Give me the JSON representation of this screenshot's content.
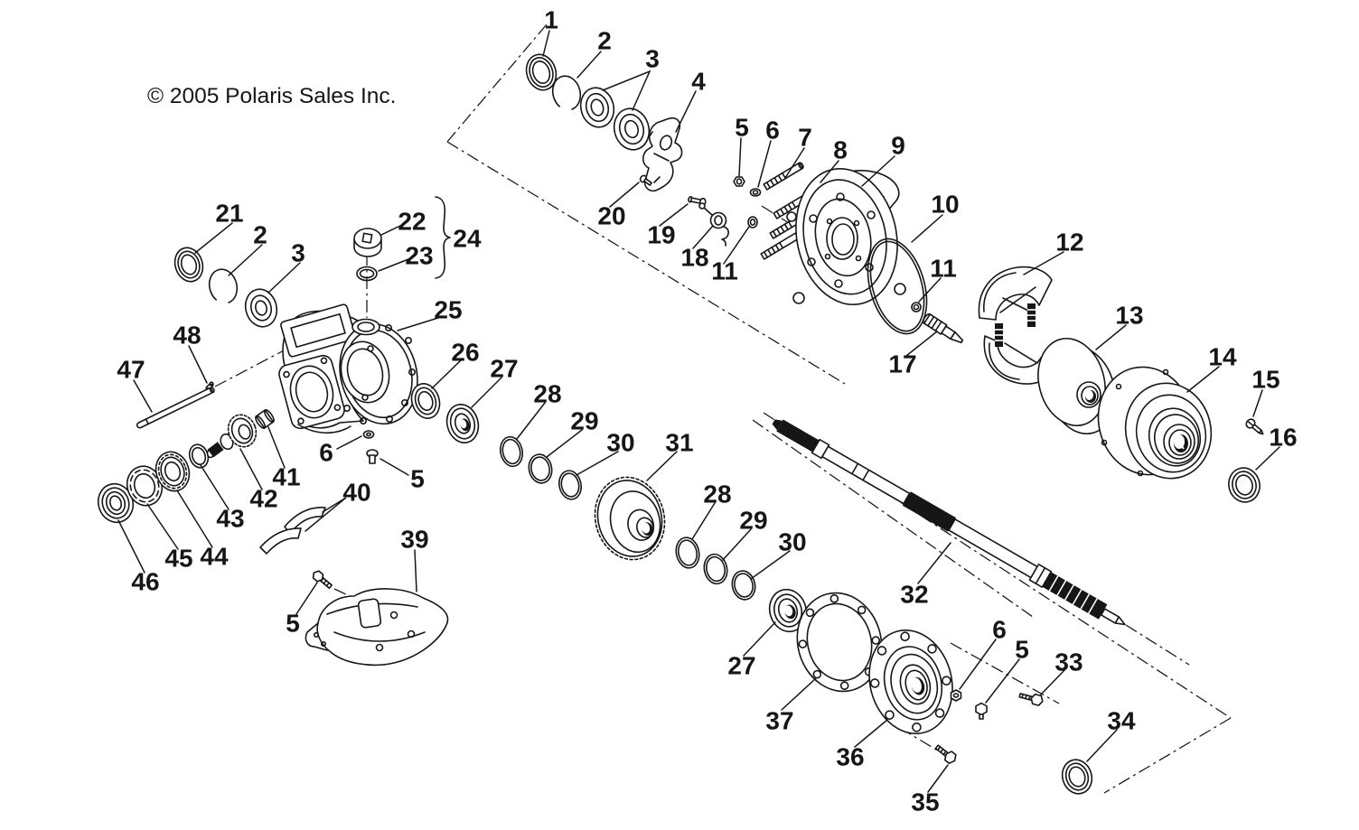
{
  "colors": {
    "ink": "#161616",
    "paper": "#ffffff"
  },
  "copyright": "© 2005 Polaris Sales Inc.",
  "labels": {
    "l1": "1",
    "l2": "2",
    "l3": "3",
    "l4": "4",
    "l5": "5",
    "l6": "6",
    "l7": "7",
    "l8": "8",
    "l9": "9",
    "l10": "10",
    "l11": "11",
    "l12": "12",
    "l13": "13",
    "l14": "14",
    "l15": "15",
    "l16": "16",
    "l17": "17",
    "l18": "18",
    "l19": "19",
    "l20": "20",
    "l21": "21",
    "l22": "22",
    "l23": "23",
    "l24": "24",
    "l25": "25",
    "l26": "26",
    "l27": "27",
    "l28": "28",
    "l29": "29",
    "l30": "30",
    "l31": "31",
    "l32": "32",
    "l33": "33",
    "l34": "34",
    "l35": "35",
    "l36": "36",
    "l37": "37",
    "l39": "39",
    "l40": "40",
    "l41": "41",
    "l42": "42",
    "l43": "43",
    "l44": "44",
    "l45": "45",
    "l46": "46",
    "l47": "47",
    "l48": "48"
  }
}
